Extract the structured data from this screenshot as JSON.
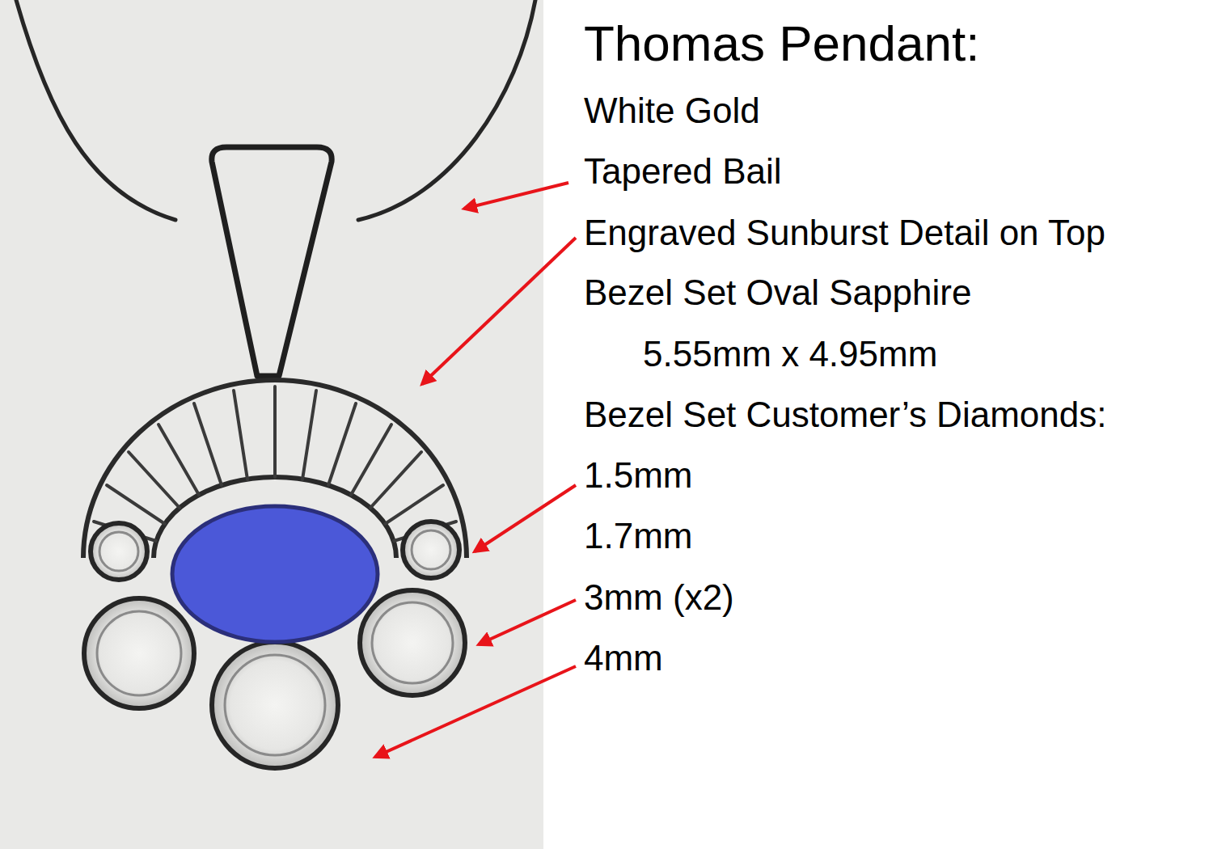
{
  "diagram": {
    "title": "Thomas Pendant:",
    "labels": [
      "White Gold",
      "Tapered Bail",
      "Engraved Sunburst Detail on Top",
      "Bezel Set Oval Sapphire",
      "5.55mm x 4.95mm",
      "Bezel Set Customer’s Diamonds:",
      "1.5mm",
      "1.7mm",
      "3mm (x2)",
      "4mm"
    ]
  }
}
